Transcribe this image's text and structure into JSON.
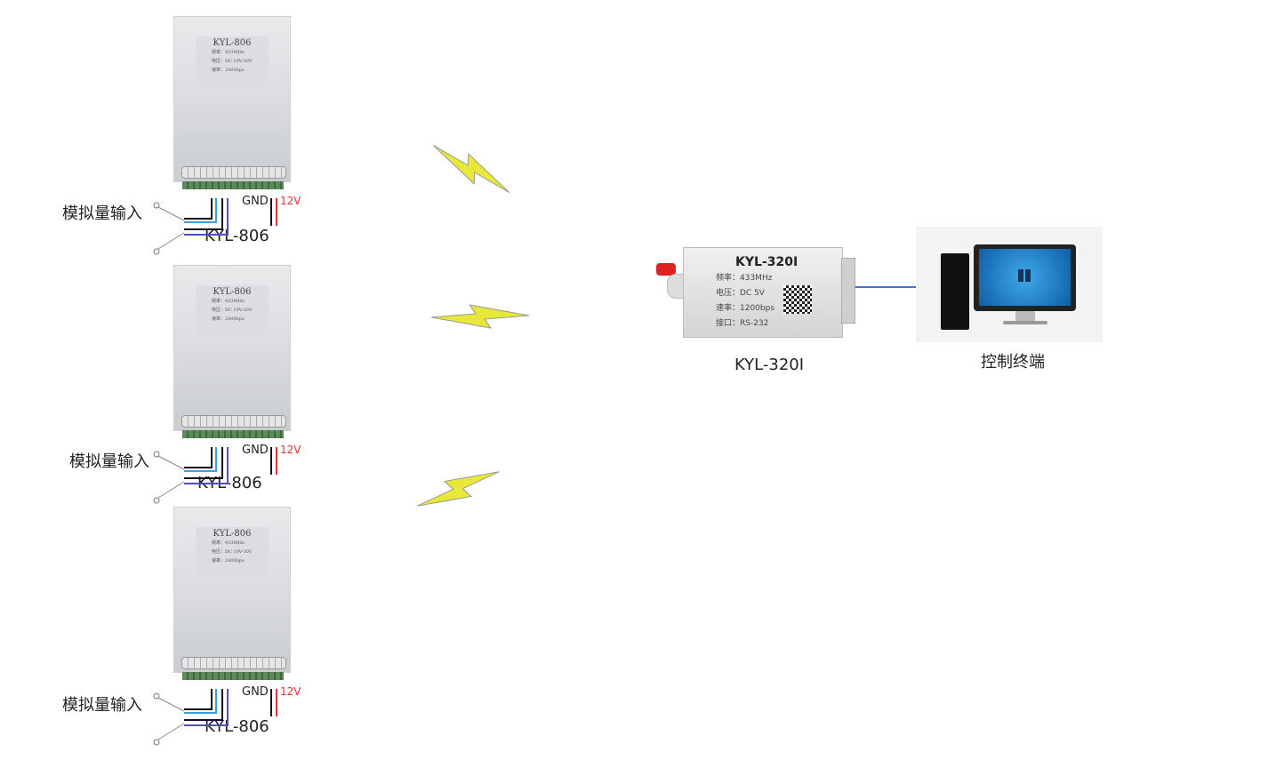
{
  "devices": [
    {
      "model": "KYL-806",
      "freq": "频率：433MHz",
      "voltage": "电压：DC 10V-30V",
      "rate": "速率：2400bps",
      "input_label": "模拟量输入",
      "gnd": "GND",
      "v12": "12V",
      "caption": "KYL-806"
    },
    {
      "model": "KYL-806",
      "freq": "频率：433MHz",
      "voltage": "电压：DC 10V-30V",
      "rate": "速率：2400bps",
      "input_label": "模拟量输入",
      "gnd": "GND",
      "v12": "12V",
      "caption": "KYL-806"
    },
    {
      "model": "KYL-806",
      "freq": "频率：433MHz",
      "voltage": "电压：DC 10V-30V",
      "rate": "速率：2400bps",
      "input_label": "模拟量输入",
      "gnd": "GND",
      "v12": "12V",
      "caption": "KYL-806"
    }
  ],
  "receiver": {
    "model": "KYL-320I",
    "freq": "频率：433MHz",
    "voltage": "电压：DC 5V",
    "rate": "速率：1200bps",
    "interface": "接口：RS-232",
    "caption": "KYL-320I"
  },
  "terminal": {
    "caption": "控制终端"
  },
  "colors": {
    "arrow": "#4a72c8",
    "bolt": "#e8e838",
    "wire_red": "#d33",
    "wire_blue": "#3aa0e0",
    "wire_purple": "#5050c0"
  }
}
